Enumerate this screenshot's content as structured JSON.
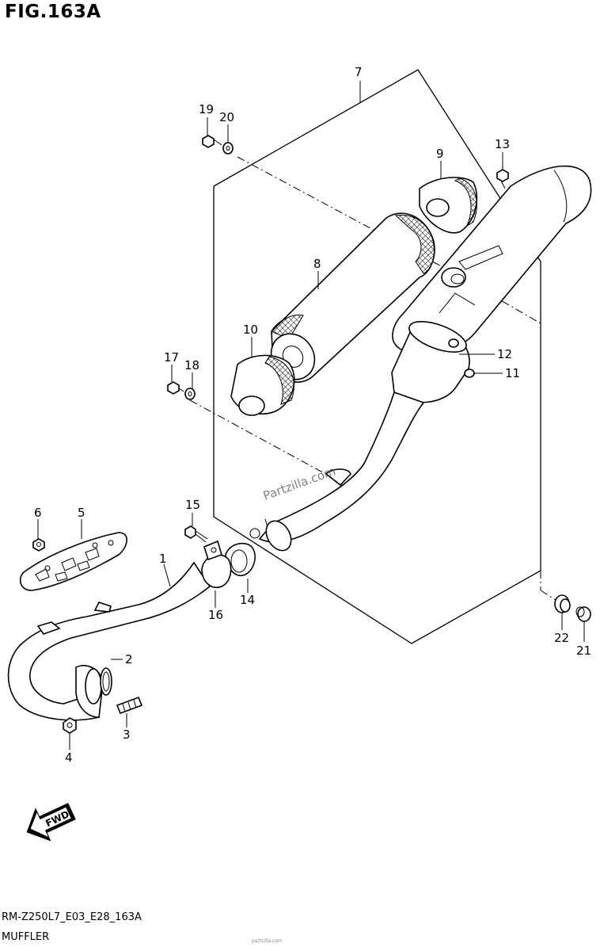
{
  "figure": {
    "title": "FIG.163A",
    "model_code": "RM-Z250L7_E03_E28_163A",
    "name": "MUFFLER",
    "watermark": "Partzilla.com",
    "footer_small": "partzilla.com"
  },
  "callouts": [
    {
      "id": "7",
      "label": "7"
    },
    {
      "id": "19",
      "label": "19"
    },
    {
      "id": "20",
      "label": "20"
    },
    {
      "id": "9",
      "label": "9"
    },
    {
      "id": "13",
      "label": "13"
    },
    {
      "id": "8",
      "label": "8"
    },
    {
      "id": "10",
      "label": "10"
    },
    {
      "id": "12",
      "label": "12"
    },
    {
      "id": "11",
      "label": "11"
    },
    {
      "id": "17",
      "label": "17"
    },
    {
      "id": "18",
      "label": "18"
    },
    {
      "id": "15",
      "label": "15"
    },
    {
      "id": "6",
      "label": "6"
    },
    {
      "id": "5",
      "label": "5"
    },
    {
      "id": "1",
      "label": "1"
    },
    {
      "id": "14",
      "label": "14"
    },
    {
      "id": "16",
      "label": "16"
    },
    {
      "id": "2",
      "label": "2"
    },
    {
      "id": "3",
      "label": "3"
    },
    {
      "id": "4",
      "label": "4"
    },
    {
      "id": "22",
      "label": "22"
    },
    {
      "id": "21",
      "label": "21"
    }
  ],
  "fwd_label": "FWD",
  "icons": {
    "fwd_arrow": "fwd-arrow-icon"
  }
}
